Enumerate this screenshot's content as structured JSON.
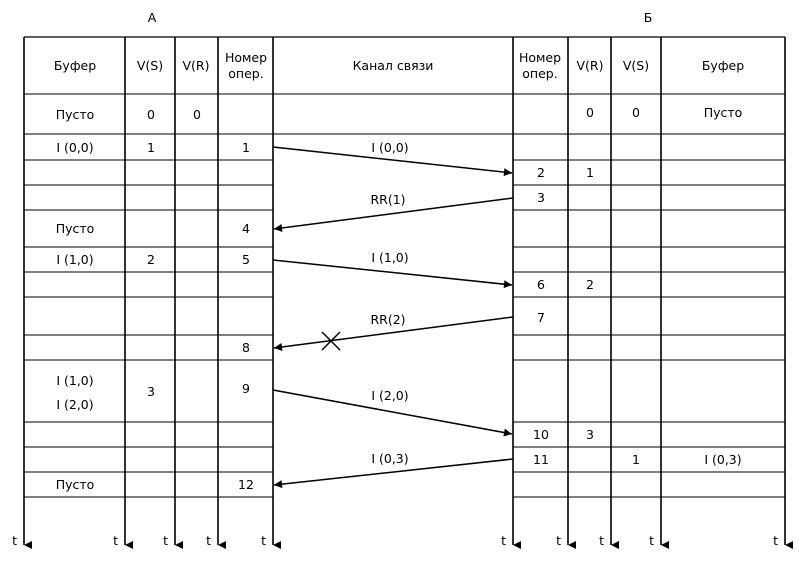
{
  "stations": {
    "a": "А",
    "b": "Б"
  },
  "headers": {
    "a_buffer": "Буфер",
    "a_vs": "V(S)",
    "a_vr": "V(R)",
    "a_num_1": "Номер",
    "a_num_2": "опер.",
    "channel": "Канал связи",
    "b_num_1": "Номер",
    "b_num_2": "опер.",
    "b_vr": "V(R)",
    "b_vs": "V(S)",
    "b_buffer": "Буфер"
  },
  "a_buffer": [
    "Пусто",
    "I (0,0)",
    "Пусто",
    "I (1,0)",
    "I (1,0)",
    "I (2,0)",
    "Пусто"
  ],
  "a_vs": [
    "0",
    "1",
    "2",
    "3"
  ],
  "a_vr": [
    "0"
  ],
  "a_ops": [
    "1",
    "4",
    "5",
    "8",
    "9",
    "12"
  ],
  "b_ops": [
    "2",
    "3",
    "6",
    "7",
    "10",
    "11"
  ],
  "b_vr": [
    "0",
    "1",
    "2",
    "3"
  ],
  "b_vs": [
    "0",
    "1"
  ],
  "b_buffer": [
    "Пусто",
    "I (0,3)"
  ],
  "messages": [
    "I (0,0)",
    "RR(1)",
    "I (1,0)",
    "RR(2)",
    "I (2,0)",
    "I (0,3)"
  ],
  "time_label": "t"
}
